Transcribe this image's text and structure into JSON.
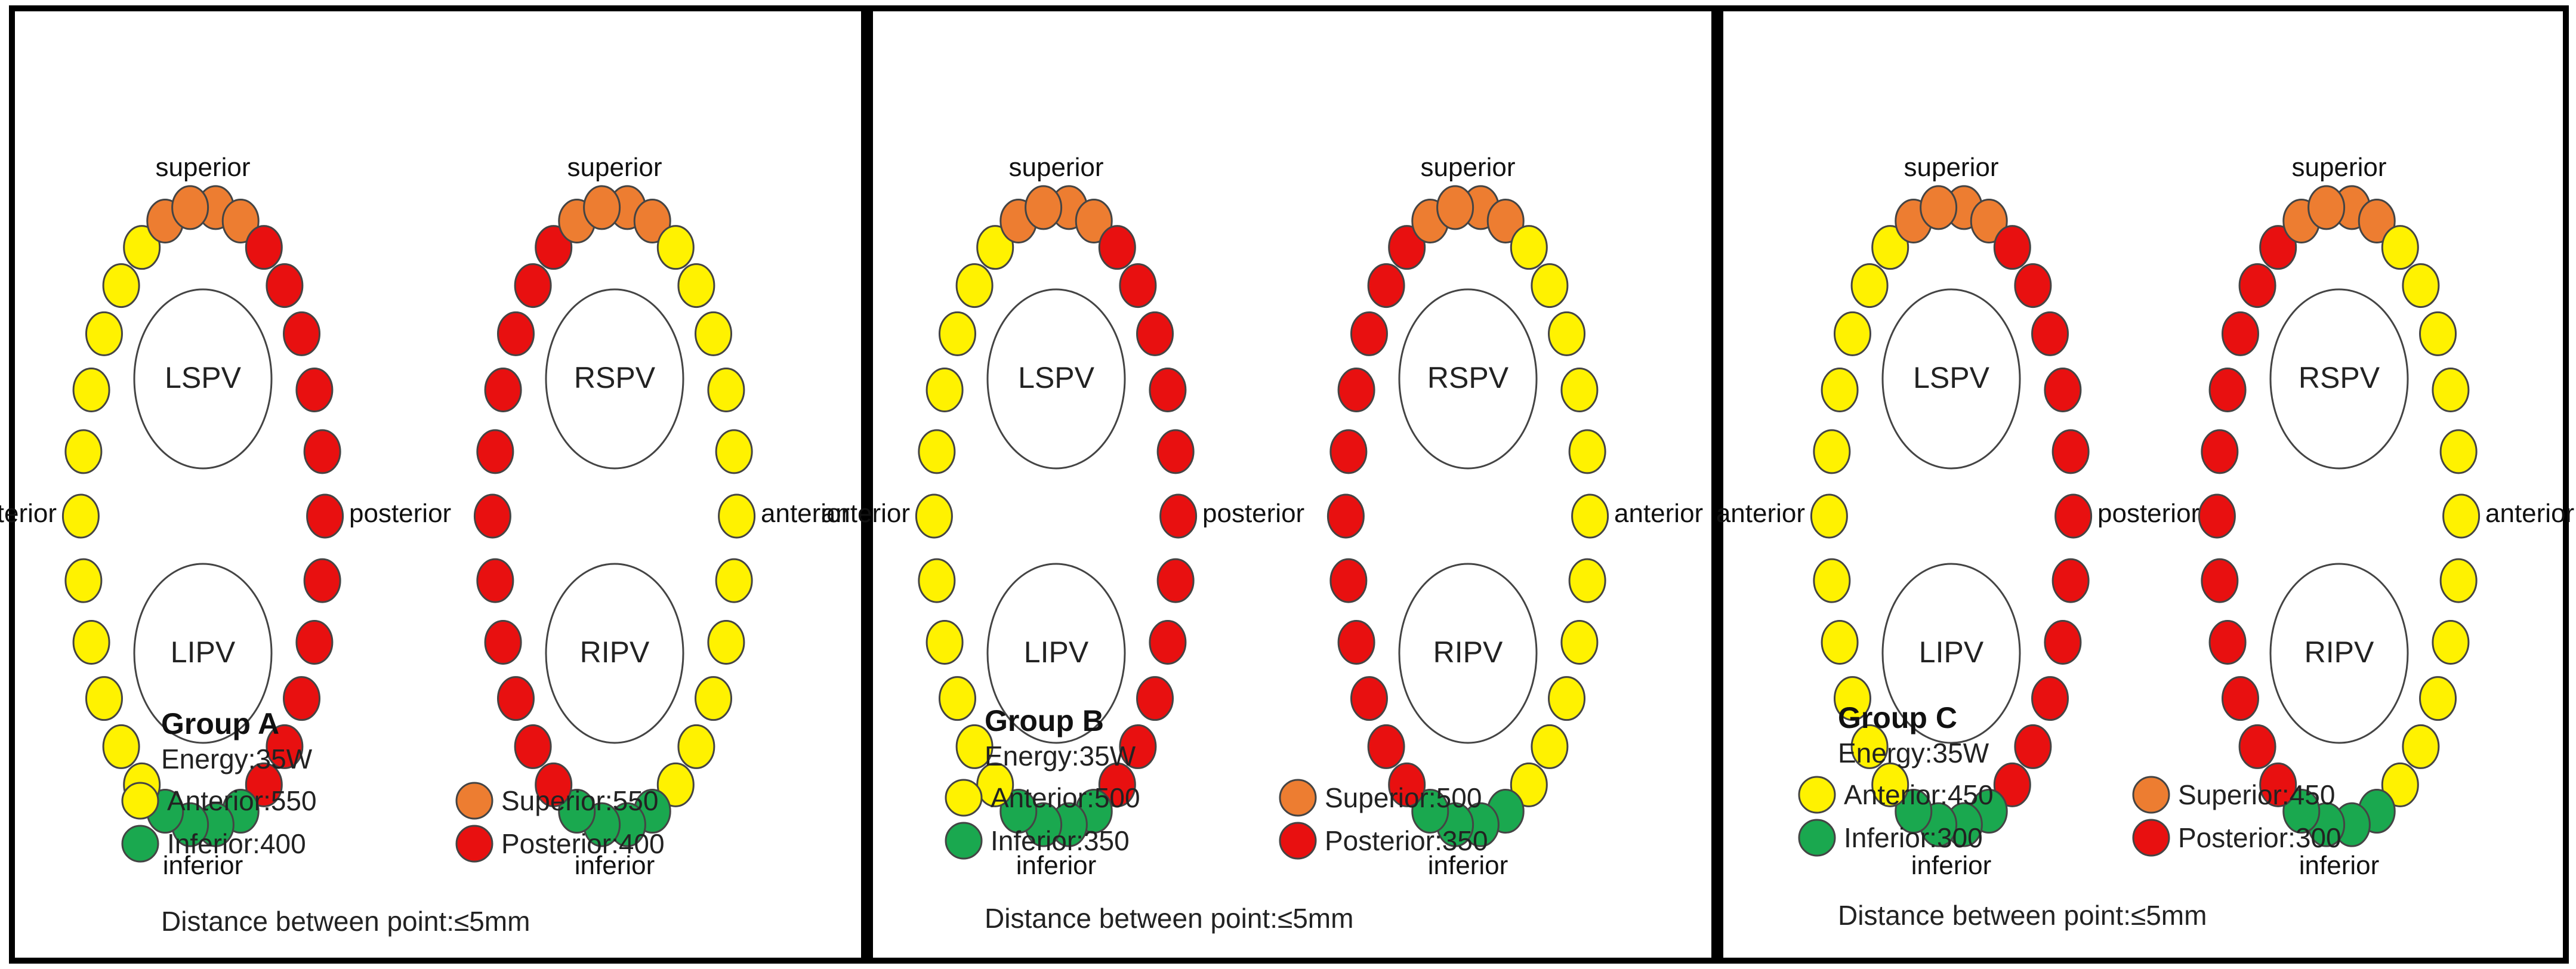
{
  "colors": {
    "anterior": "#fff200",
    "superior": "#ed7d31",
    "inferior": "#1aa84f",
    "posterior": "#e81010",
    "border": "#000000",
    "outline": "#444444"
  },
  "labels": {
    "superior": "superior",
    "inferior": "inferior",
    "anterior": "anterior",
    "posterior": "posterior"
  },
  "veins": {
    "left_upper": "LSPV",
    "left_lower": "LIPV",
    "right_upper": "RSPV",
    "right_lower": "RIPV"
  },
  "groups": [
    {
      "title": "Group A",
      "energy": "Energy:35W",
      "anterior": "Anterior:550",
      "superior": "Superior:550",
      "inferior": "Inferior:400",
      "posterior": "Posterior:400",
      "distance": "Distance between point:≤5mm"
    },
    {
      "title": "Group B",
      "energy": "Energy:35W",
      "anterior": "Anterior:500",
      "superior": "Superior:500",
      "inferior": "Inferior:350",
      "posterior": "Posterior:350",
      "distance": "Distance between point:≤5mm"
    },
    {
      "title": "Group C",
      "energy": "Energy:35W",
      "anterior": "Anterior:450",
      "superior": "Superior:450",
      "inferior": "Inferior:300",
      "posterior": "Posterior:300",
      "distance": "Distance between point:≤5mm"
    }
  ]
}
